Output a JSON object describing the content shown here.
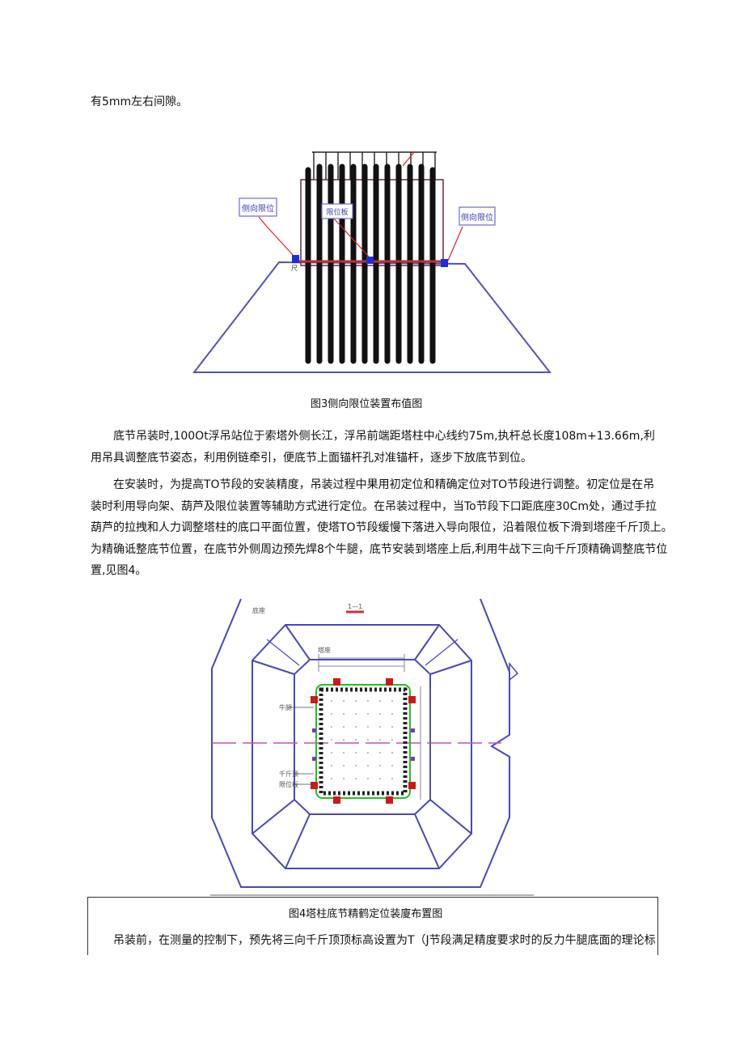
{
  "intro_line": "有5mm左右间隙。",
  "figure3": {
    "caption": "图3侧向限位装置布值图",
    "labels": {
      "left": "侧向限位",
      "center": "限位板",
      "right": "侧向限位"
    }
  },
  "para1": [
    "底节吊装时,100Ot浮吊站位于索塔外侧长江，浮吊前端距塔柱中心线约75m,执杆总长度108m+13.66m,利",
    "用吊具调整底节姿态，利用例链牵引，便底节上面锚杆孔对准锚杆，逐步下放底节到位。"
  ],
  "para2": [
    "在安装时，为提高TO节段的安装精度，吊装过程中果用初定位和精确定位对TO节段进行调整。初定位是在吊",
    "装时利用导向架、葫芦及限位装置等辅助方式进行定位。在吊装过程中，当To节段下口距底座30Cm处，通过手拉",
    "葫芦的拉拽和人力调整塔柱的底口平面位置，使塔TO节段缓慢下落进入导向限位，沿着限位板下滑到塔座千斤顶上。",
    "为精确诋整底节位置，在底节外侧周边预先焊8个牛腿，底节安装到塔座上后,利用牛战下三向千斤顶精确调整底节位",
    "置,见图4。"
  ],
  "figure4": {
    "caption": "图4塔柱底节精鹤定位装廈布置图",
    "labels": {
      "top_left": "底座",
      "top_center": "1—1",
      "inner": "塔座",
      "left1": "牛腿",
      "left2": "千斤顶",
      "left3": "限位板"
    }
  },
  "para3": "吊装前，在测量的控制下，预先将三向千斤顶顶标高设置为T（J节段满足精度要求时的反力牛腿底面的理论标"
}
